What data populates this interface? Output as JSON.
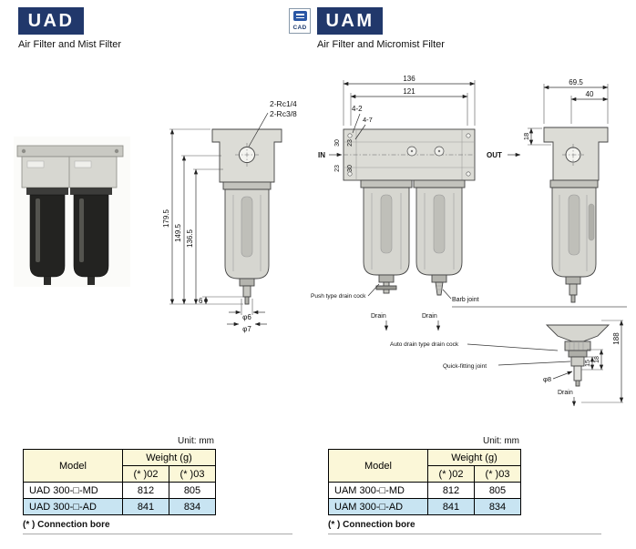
{
  "header": {
    "uad": {
      "title": "UAD",
      "subtitle": "Air Filter and Mist Filter"
    },
    "uam": {
      "title": "UAM",
      "subtitle": "Air Filter and Micromist Filter"
    },
    "cad_label": "CAD"
  },
  "colors": {
    "series_badge": "#21386b",
    "table_header_bg": "#fbf7d8",
    "table_highlight_row_bg": "#c8e4f2"
  },
  "drawing": {
    "thread_label_1": "2-Rc1/4",
    "thread_label_2": "2-Rc3/8",
    "holes_label_top": "4-2",
    "holes_label_side": "4-7",
    "in_label": "IN",
    "out_label": "OUT",
    "dim_136": "136",
    "dim_121": "121",
    "dim_69_5": "69.5",
    "dim_40": "40",
    "dim_30_a": "30",
    "dim_23_a": "23",
    "dim_23_b": "23",
    "dim_30_b": "30",
    "dim_18_side": "18",
    "dim_179_5": "179.5",
    "dim_149_5": "149.5",
    "dim_136_5": "136.5",
    "dim_6": "6",
    "dia_6": "φ6",
    "dia_7": "φ7",
    "push_drain_label": "Push type drain cock",
    "drain_label_1": "Drain",
    "drain_label_2": "Drain",
    "drain_label_3": "Drain",
    "barb_joint_label": "Barb joint",
    "auto_drain_label": "Auto drain type drain cock",
    "quick_fitting_label": "Quick-fitting joint",
    "dia_8": "φ8",
    "dim_15": "15",
    "dim_18_detail": "18",
    "dim_188": "188"
  },
  "tables": [
    {
      "unit": "Unit: mm",
      "model_header": "Model",
      "weight_header": "Weight (g)",
      "col_02": "(* )02",
      "col_03": "(* )03",
      "rows": [
        {
          "model": "UAD 300-□-MD",
          "v02": "812",
          "v03": "805"
        },
        {
          "model": "UAD 300-□-AD",
          "v02": "841",
          "v03": "834"
        }
      ],
      "note": "(* ) Connection bore"
    },
    {
      "unit": "Unit: mm",
      "model_header": "Model",
      "weight_header": "Weight (g)",
      "col_02": "(* )02",
      "col_03": "(* )03",
      "rows": [
        {
          "model": "UAM 300-□-MD",
          "v02": "812",
          "v03": "805"
        },
        {
          "model": "UAM 300-□-AD",
          "v02": "841",
          "v03": "834"
        }
      ],
      "note": "(* ) Connection bore"
    }
  ]
}
